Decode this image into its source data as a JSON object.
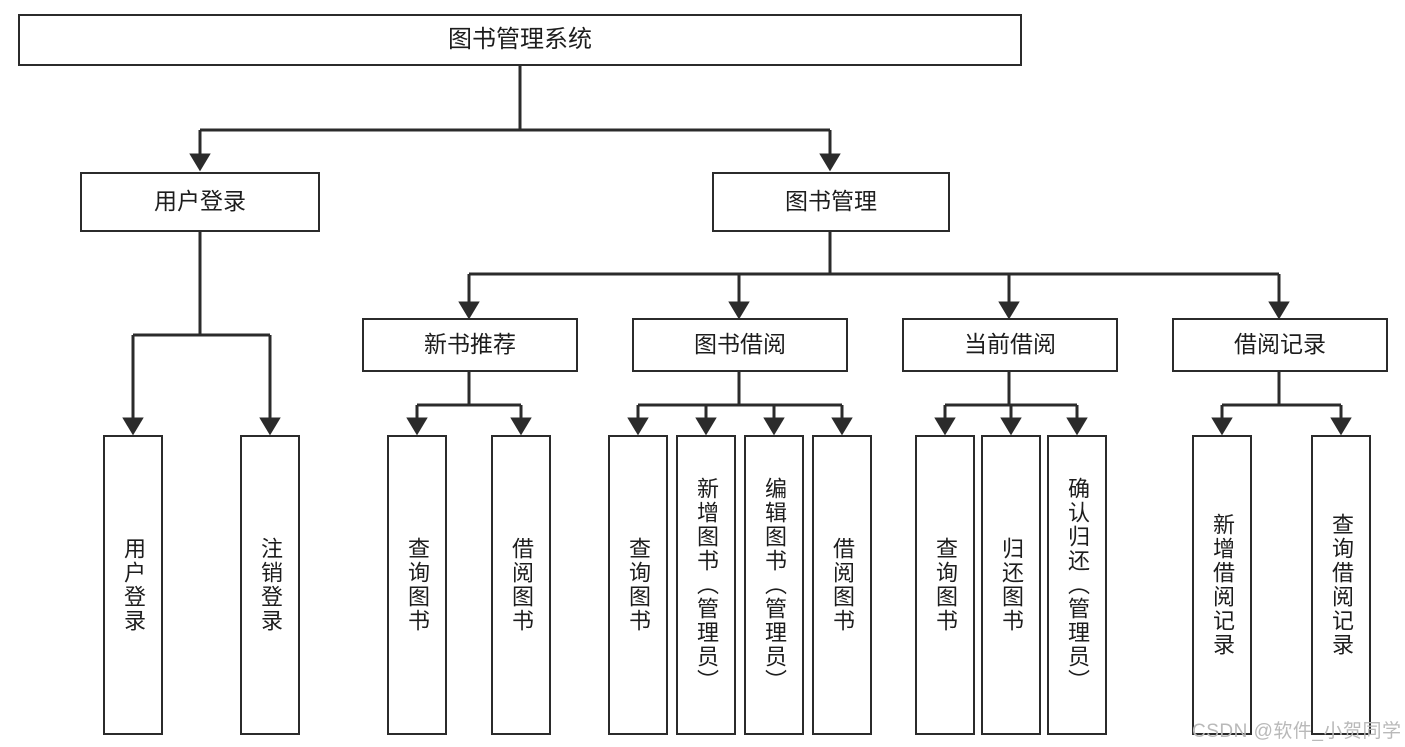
{
  "diagram": {
    "title": "图书管理系统",
    "type": "hierarchy-tree",
    "theme": {
      "background": "#ffffff",
      "box_border": "#2b2b2b",
      "box_fill": "#ffffff",
      "edge_color": "#2b2b2b",
      "text_color": "#1d1d1d",
      "watermark_color": "#b9b9b9"
    },
    "root": {
      "label": "图书管理系统"
    },
    "level2": [
      {
        "label": "用户登录"
      },
      {
        "label": "图书管理"
      }
    ],
    "level3": [
      {
        "label": "新书推荐"
      },
      {
        "label": "图书借阅"
      },
      {
        "label": "当前借阅"
      },
      {
        "label": "借阅记录"
      }
    ],
    "leaves": {
      "user_login": [
        {
          "label": "用户登录"
        },
        {
          "label": "注销登录"
        }
      ],
      "new_book_recommend": [
        {
          "label": "查询图书"
        },
        {
          "label": "借阅图书"
        }
      ],
      "book_borrow": [
        {
          "label": "查询图书"
        },
        {
          "label": "新增图书（管理员）"
        },
        {
          "label": "编辑图书（管理员）"
        },
        {
          "label": "借阅图书"
        }
      ],
      "current_borrow": [
        {
          "label": "查询图书"
        },
        {
          "label": "归还图书"
        },
        {
          "label": "确认归还（管理员）"
        }
      ],
      "borrow_record": [
        {
          "label": "新增借阅记录"
        },
        {
          "label": "查询借阅记录"
        }
      ]
    },
    "watermark": "CSDN @软件_小贺同学"
  }
}
